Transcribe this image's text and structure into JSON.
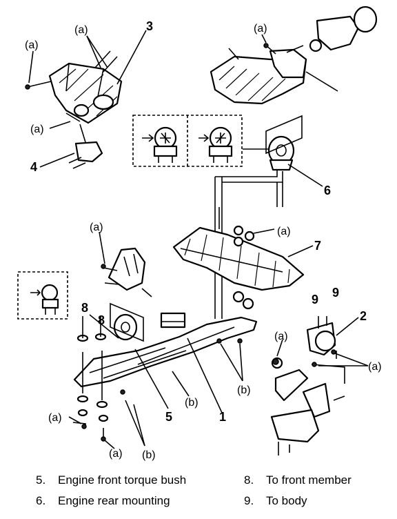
{
  "callouts": {
    "a": "(a)",
    "b": "(b)",
    "n1": "1",
    "n2": "2",
    "n3": "3",
    "n4": "4",
    "n5": "5",
    "n6": "6",
    "n7": "7",
    "n8": "8",
    "n9": "9"
  },
  "legend": [
    {
      "num": "5.",
      "text": "Engine front torque bush"
    },
    {
      "num": "6.",
      "text": "Engine rear mounting"
    },
    {
      "num": "8.",
      "text": "To front member"
    },
    {
      "num": "9.",
      "text": "To body"
    }
  ]
}
